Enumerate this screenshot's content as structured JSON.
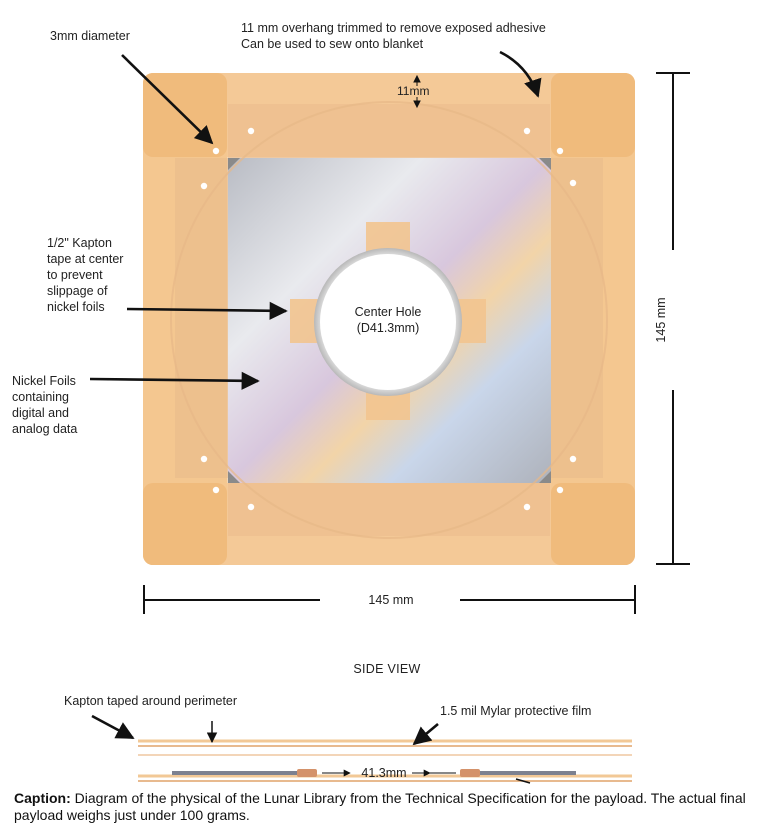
{
  "labels": {
    "hole_diameter": "3mm diameter",
    "overhang": "11 mm overhang trimmed to remove exposed adhesive\nCan be used to sew onto blanket",
    "overhang_dim": "11mm",
    "kapton_center": "1/2\" Kapton\ntape at center\nto prevent\nslippage of\nnickel foils",
    "nickel_foils": "Nickel Foils\ncontaining\ndigital and\nanalog data",
    "center_hole": "Center Hole\n(D41.3mm)",
    "height_dim": "145 mm",
    "width_dim": "145 mm",
    "side_view": "SIDE VIEW",
    "kapton_perimeter": "Kapton taped around perimeter",
    "mylar": "1.5 mil Mylar protective film",
    "side_dim": "41.3mm"
  },
  "caption": {
    "prefix": "Caption:",
    "text": " Diagram of the physical of the Lunar Library from the Technical Specification for the payload. The actual final payload weighs just under 100 grams."
  },
  "colors": {
    "tape": "#f3c48f",
    "tape_dark": "#e6b37c",
    "mylar": "#f1d2b3",
    "foil": "#c8cbd2",
    "hole": "#ffffff",
    "arrow": "#111111"
  }
}
